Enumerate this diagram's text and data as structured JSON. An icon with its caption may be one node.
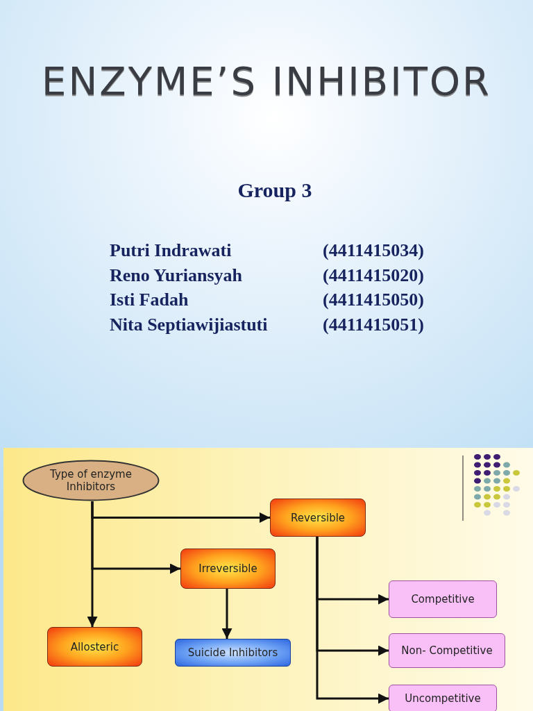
{
  "diagram": {
    "title": "ENZYME’S INHIBITOR",
    "nodes": [
      {
        "text": [
          "Type of enzyme Inhibitors"
        ]
      },
      {
        "text": [
          "Reversible"
        ]
      },
      {
        "text": [
          "Irreversible"
        ]
      },
      {
        "text": [
          "Allosteric"
        ]
      },
      {
        "text": [
          "Suicide Inhibitors"
        ]
      },
      {
        "text": [
          "Competitive"
        ]
      },
      {
        "text": [
          "Non- Competitive"
        ]
      },
      {
        "text": [
          "Uncompetitive"
        ]
      }
    ],
    "edges": [
      {
        "from": 0,
        "to": 1,
        "arrow": "to"
      },
      {
        "from": 0,
        "to": 2,
        "arrow": "to"
      },
      {
        "from": 0,
        "to": 3,
        "arrow": "to"
      },
      {
        "from": 2,
        "to": 4,
        "arrow": "to"
      },
      {
        "from": 1,
        "to": 5,
        "arrow": "to"
      },
      {
        "from": 1,
        "to": 6,
        "arrow": "to"
      },
      {
        "from": 1,
        "to": 7,
        "arrow": "to"
      }
    ],
    "labels": [
      "Group 3",
      "Putri Indrawati",
      "(4411415034)",
      "Reno Yuriansyah",
      "(4411415020)",
      "Isti Fadah",
      "(4411415050)",
      "Nita Septiawijiastuti",
      "(4411415051)"
    ]
  }
}
